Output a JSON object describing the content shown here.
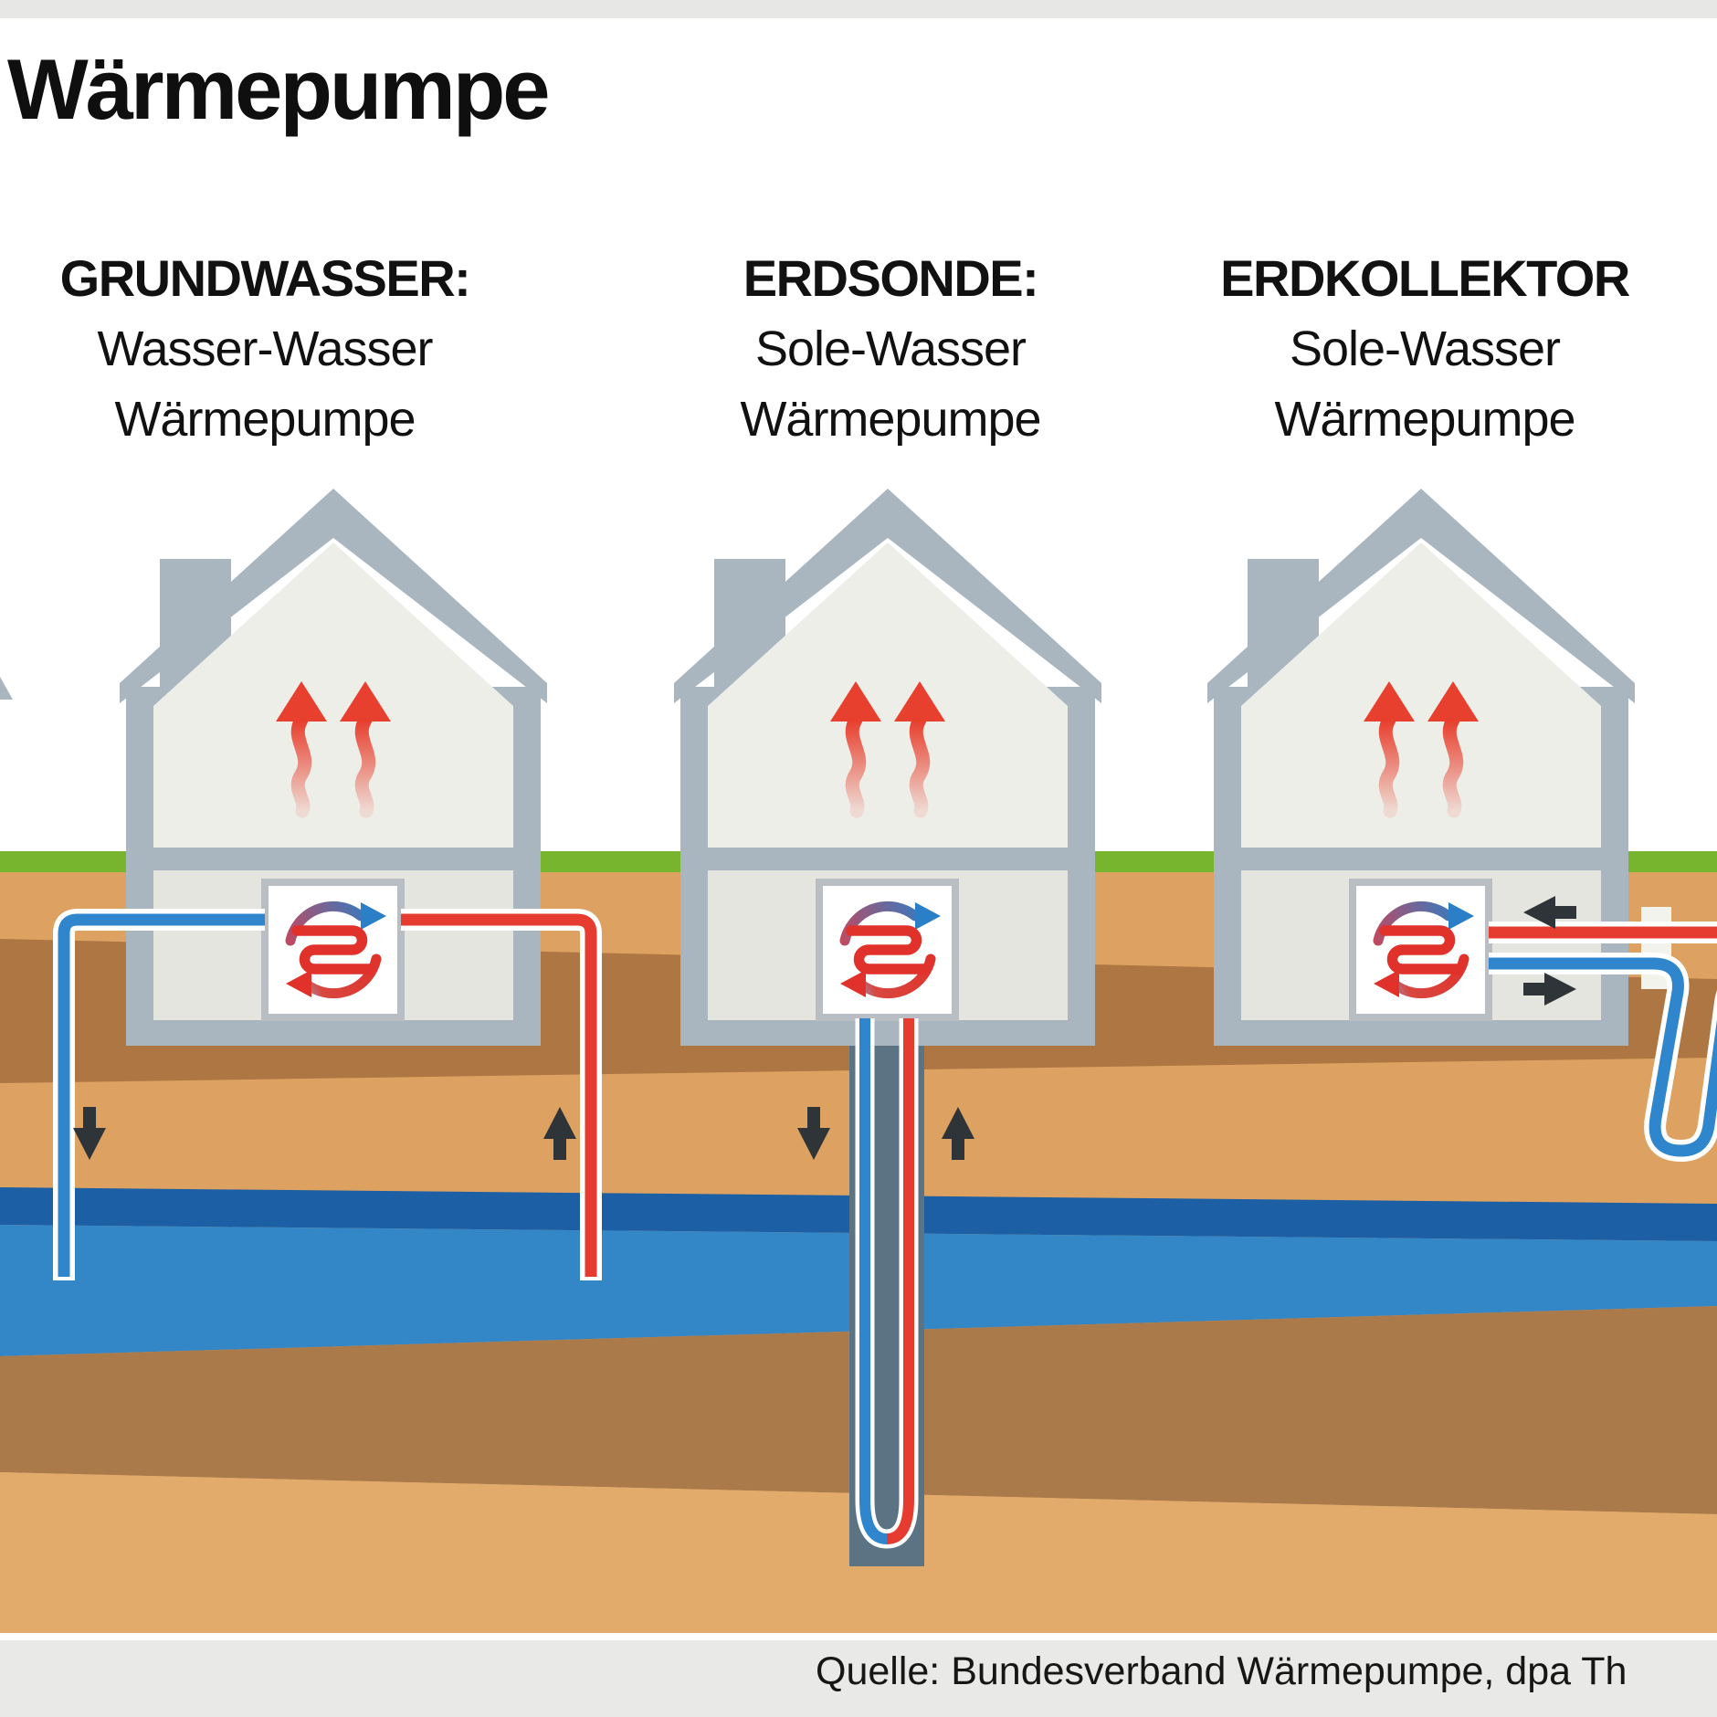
{
  "title": "Wärmepumpe",
  "columns": [
    {
      "id": "grundwasser",
      "heading": "GRUNDWASSER:",
      "subtitle1": "Wasser-Wasser",
      "subtitle2": "Wärmepumpe"
    },
    {
      "id": "erdsonde",
      "heading": "ERDSONDE:",
      "subtitle1": "Sole-Wasser",
      "subtitle2": "Wärmepumpe"
    },
    {
      "id": "erdkollektor",
      "heading": "ERDKOLLEKTOR",
      "subtitle1": "Sole-Wasser",
      "subtitle2": "Wärmepumpe"
    }
  ],
  "footer": {
    "source": "Quelle: Bundesverband Wärmepumpe, dpa Th"
  },
  "scene": {
    "description": "Three cross-section houses showing heat pump types: groundwater wells, vertical ground probe, horizontal ground collector",
    "icons": [
      "refrigerant-cycle-icon",
      "heat-exchanger-coil-icon",
      "heat-flow-arrow-icon",
      "flow-direction-arrow-icon",
      "house-cross-section"
    ],
    "colors": {
      "top_strip": "#e7e7e5",
      "sky": "#ffffff",
      "grass": "#77b52f",
      "soil_light": "#dda261",
      "soil_dark_band": "#ad7643",
      "aquifer_dark": "#1c5fa4",
      "aquifer_light": "#3487c7",
      "subsoil_brown": "#ab7a4b",
      "subsoil_tan": "#e3ab6b",
      "footer_bar": "#e9e9e7",
      "house_gray": "#a9b6bf",
      "house_interior": "#edeee8",
      "basement_interior": "#e3e5de",
      "borehole_slate": "#5b7383",
      "pipe_red": "#e63c30",
      "pipe_blue": "#2f86cc",
      "arrow_black": "#2e3438",
      "icon_red": "#e0312a",
      "icon_blue": "#2b7fc7"
    }
  }
}
